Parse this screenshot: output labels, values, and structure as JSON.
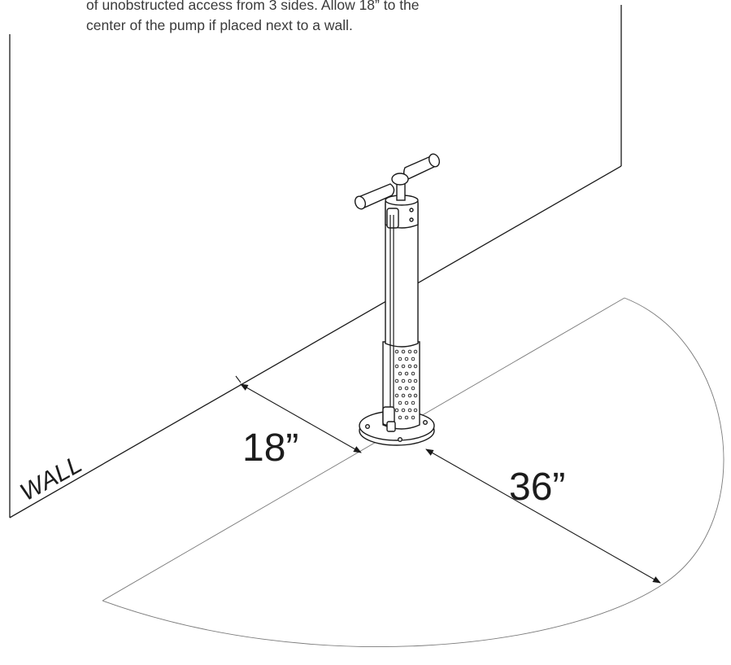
{
  "caption": {
    "line1": "of unobstructed access from 3 sides. Allow 18” to the",
    "line2": "center of the pump if placed next to a wall."
  },
  "labels": {
    "wall": "WALL",
    "dim_wall": "18”",
    "dim_clearance": "36”"
  },
  "colors": {
    "line": "#1a1a1a",
    "thin_line": "#8a8a8a",
    "text": "#3a3a3a"
  }
}
